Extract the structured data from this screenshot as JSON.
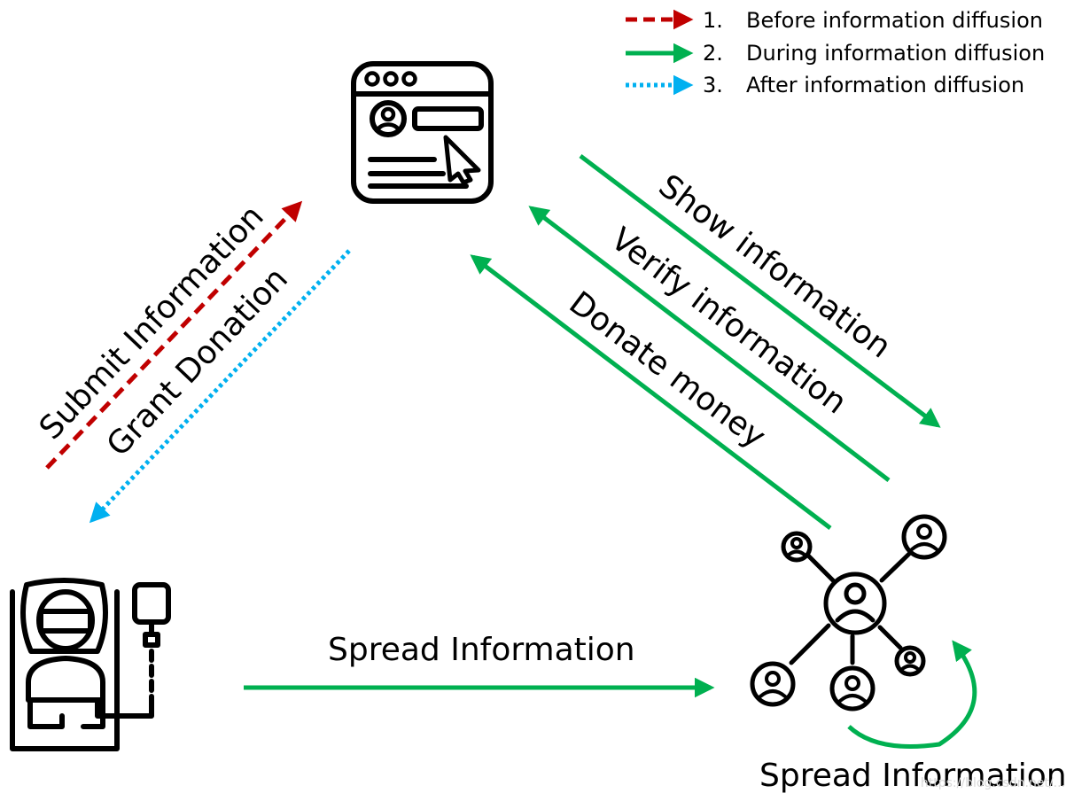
{
  "colors": {
    "before": "#c00000",
    "during": "#00b050",
    "after": "#00b0f0",
    "ink": "#000000"
  },
  "legend": {
    "items": [
      {
        "number": "1.",
        "label": "Before information diffusion",
        "line_style": "dashed",
        "color": "#c00000"
      },
      {
        "number": "2.",
        "label": "During information diffusion",
        "line_style": "solid",
        "color": "#00b050"
      },
      {
        "number": "3.",
        "label": "After information diffusion",
        "line_style": "dotted",
        "color": "#00b0f0"
      }
    ]
  },
  "nodes": {
    "platform": {
      "icon": "web-platform-icon"
    },
    "patient": {
      "icon": "hospital-patient-icon"
    },
    "network": {
      "icon": "social-network-icon"
    }
  },
  "edges": {
    "submit_information": "Submit Information",
    "grant_donation": "Grant Donation",
    "show_information": "Show information",
    "verify_information": "Verify information",
    "donate_money": "Donate money",
    "spread_information": "Spread Information",
    "spread_information_loop": "Spread Information"
  },
  "watermark": "https://blog.csdn.net/..."
}
